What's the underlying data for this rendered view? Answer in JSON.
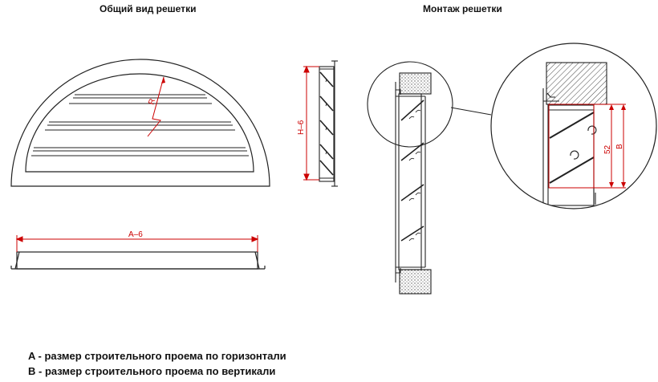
{
  "titles": {
    "general_view": "Общий вид решетки",
    "mounting": "Монтаж решетки"
  },
  "dimensions": {
    "radius": "R",
    "height": "H–6",
    "width": "A–6",
    "depth": "52",
    "opening_height": "B"
  },
  "legend": {
    "line_a": "A - размер строительного проема по горизонтали",
    "line_b": "B - размер строительного проема по вертикали"
  },
  "colors": {
    "line": "#222222",
    "dimension": "#cc0000"
  }
}
